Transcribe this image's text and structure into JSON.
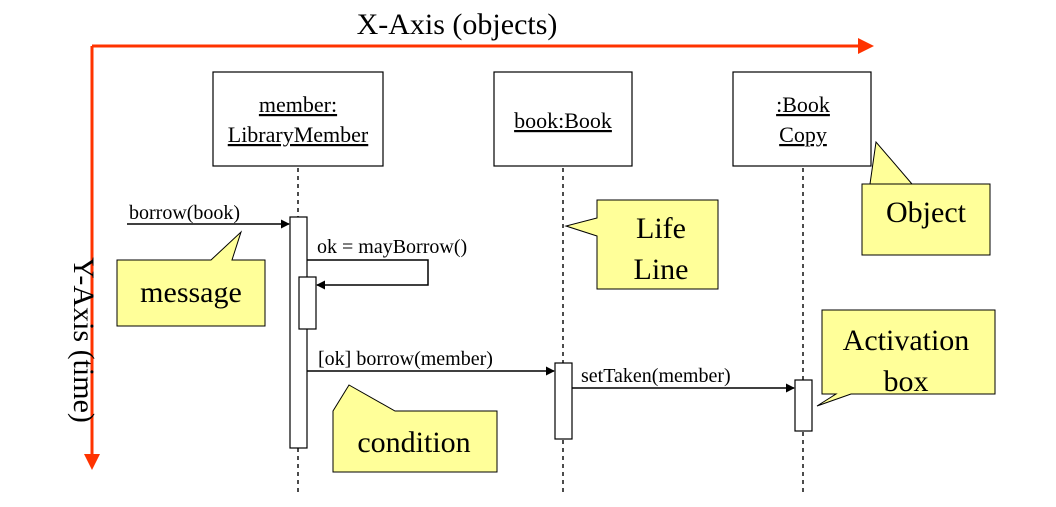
{
  "axes": {
    "x_label": "X-Axis (objects)",
    "y_label": "Y-Axis (time)",
    "color": "#ff3300"
  },
  "objects": [
    {
      "line1": "member:",
      "line2": "LibraryMember"
    },
    {
      "line1": "book:Book",
      "line2": ""
    },
    {
      "line1": ":Book",
      "line2": "Copy"
    }
  ],
  "messages": {
    "borrow_book": "borrow(book)",
    "may_borrow": "ok = mayBorrow()",
    "borrow_member": "[ok] borrow(member)",
    "set_taken": "setTaken(member)"
  },
  "callouts": {
    "message": "message",
    "life_line_1": "Life",
    "life_line_2": "Line",
    "object": "Object",
    "activation_1": "Activation",
    "activation_2": "box",
    "condition": "condition"
  },
  "colors": {
    "callout_fill": "#ffff99",
    "line": "#000000"
  }
}
